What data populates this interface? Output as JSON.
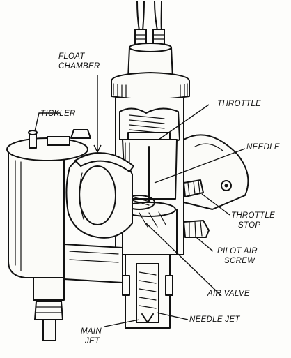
{
  "labels": {
    "float_chamber_line1": "FLOAT",
    "float_chamber_line2": "CHAMBER",
    "tickler": "TICKLER",
    "throttle": "THROTTLE",
    "needle": "NEEDLE",
    "throttle_stop_line1": "THROTTLE",
    "throttle_stop_line2": "STOP",
    "pilot_air_screw_line1": "PILOT AIR",
    "pilot_air_screw_line2": "SCREW",
    "air_valve": "AIR VALVE",
    "needle_jet": "NEEDLE JET",
    "main_jet_line1": "MAIN",
    "main_jet_line2": "JET"
  }
}
